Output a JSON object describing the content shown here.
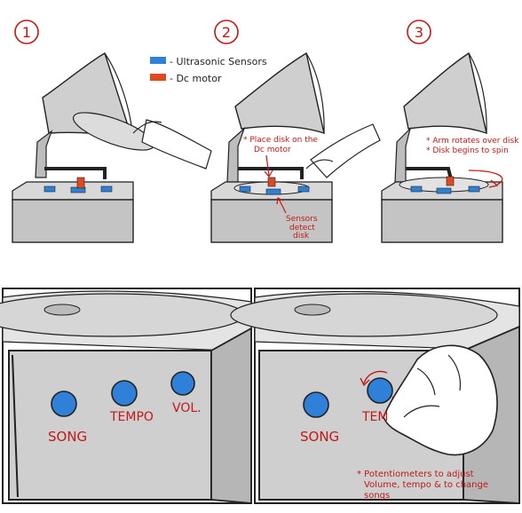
{
  "steps": {
    "one": "1",
    "two": "2",
    "three": "3"
  },
  "legend": {
    "ultrasonic": {
      "color": "#2f80d8",
      "label": "- Ultrasonic Sensors"
    },
    "motor": {
      "color": "#e0481f",
      "label": "- Dc motor"
    }
  },
  "annotations": {
    "place_disk": [
      "* Place disk on the",
      "Dc motor"
    ],
    "sensors": [
      "Sensors",
      "detect",
      "disk"
    ],
    "arm_rotates": "* Arm rotates over disk",
    "disk_spins": "* Disk begins to spin",
    "potentiometers": [
      "* Potentiometers to adjust",
      "Volume, tempo & to change",
      "songs"
    ]
  },
  "knob_labels": {
    "song": "SONG",
    "tempo": "TEMPO",
    "vol": "VOL.",
    "tempo_partial": "TEM"
  },
  "colors": {
    "ink": "#222222",
    "red_ink": "#c21818",
    "body": "#c9c9c9",
    "body_dark": "#a9a9a9",
    "knob": "#2f80d8"
  }
}
